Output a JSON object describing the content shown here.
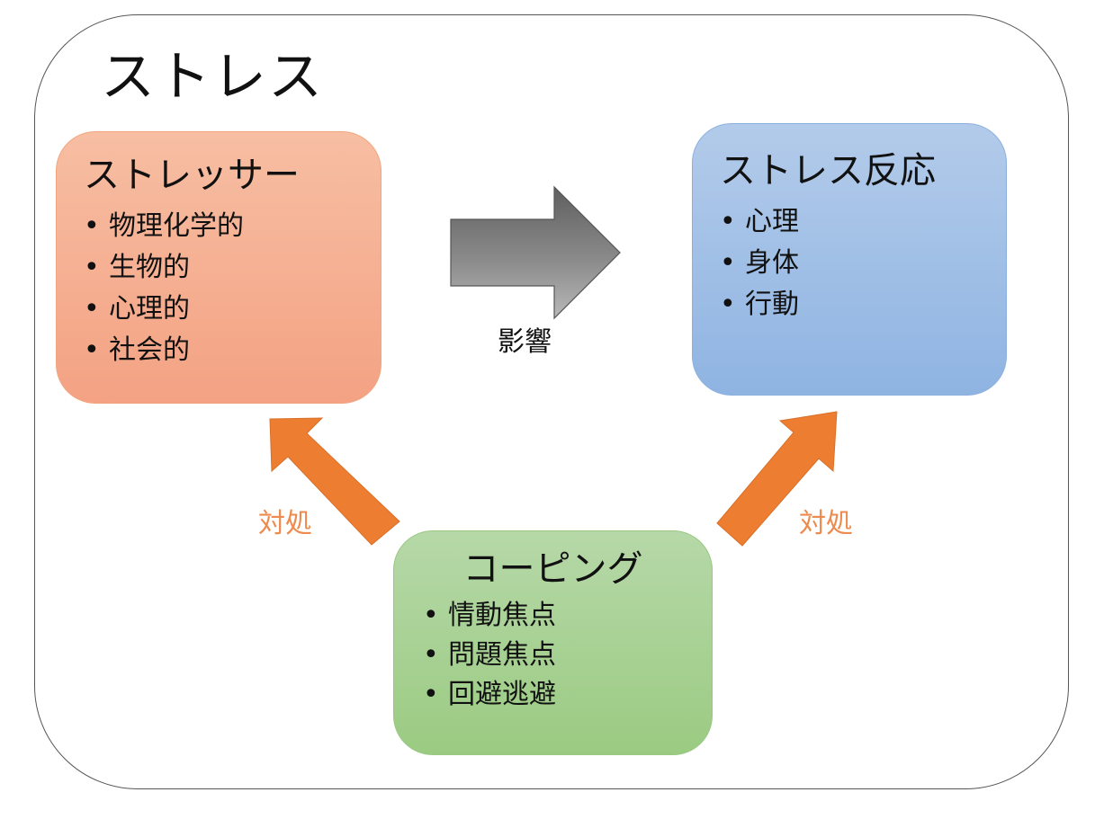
{
  "title": "ストレス",
  "stressor": {
    "title": "ストレッサー",
    "items": [
      "物理化学的",
      "生物的",
      "心理的",
      "社会的"
    ]
  },
  "response": {
    "title": "ストレス反応",
    "items": [
      "心理",
      "身体",
      "行動"
    ]
  },
  "coping": {
    "title": "コーピング",
    "items": [
      "情動焦点",
      "問題焦点",
      "回避逃避"
    ]
  },
  "labels": {
    "influence": "影響",
    "cope_left": "対処",
    "cope_right": "対処"
  },
  "colors": {
    "stressor_fill": "#f5a98b",
    "response_fill": "#9dbde5",
    "coping_fill": "#a9d193",
    "coping_arrow": "#ed7d31",
    "influence_arrow": "#7f7f7f"
  }
}
